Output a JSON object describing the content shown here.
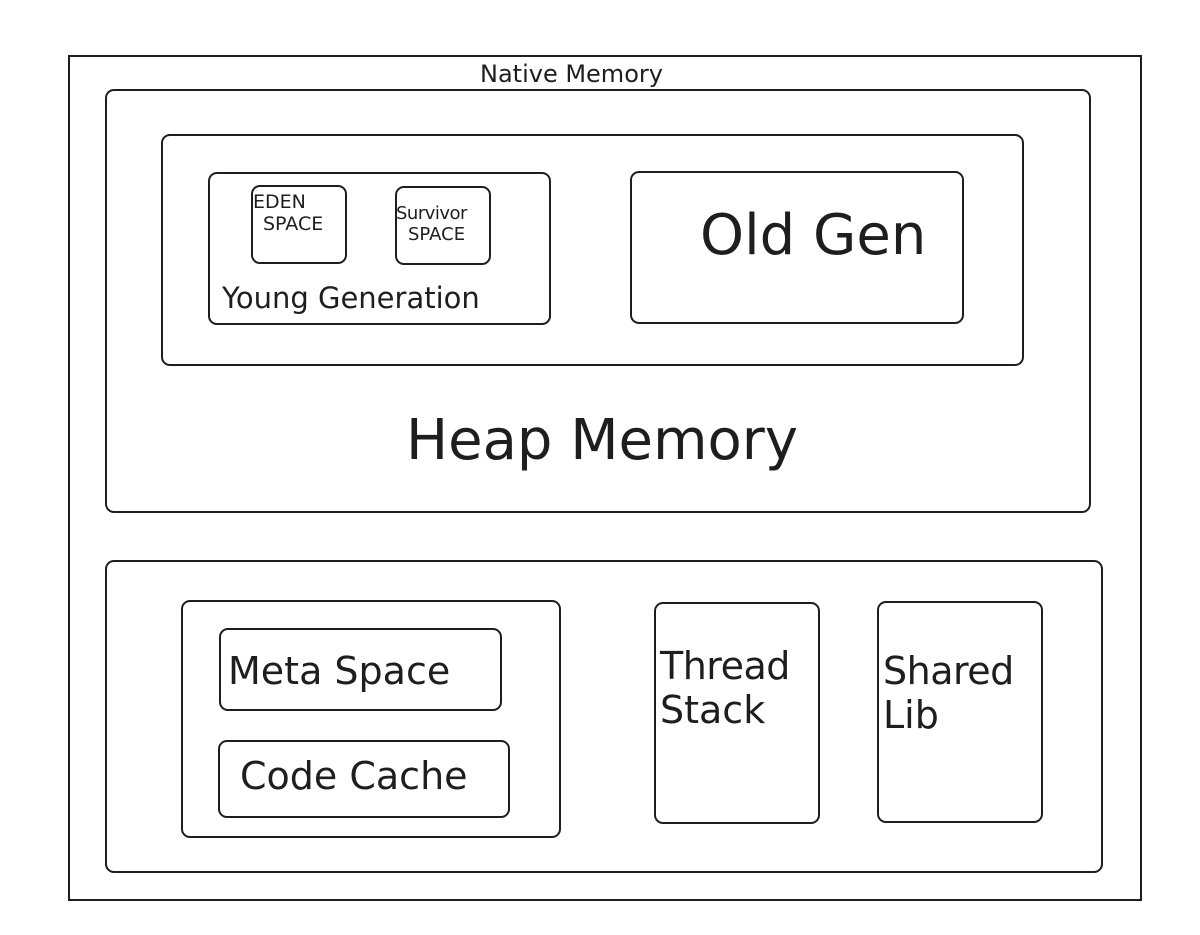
{
  "diagram": {
    "native_memory": {
      "label": "Native Memory"
    },
    "heap_memory": {
      "label": "Heap Memory",
      "young_generation": {
        "label": "Young Generation",
        "eden_space": {
          "line1": "EDEN",
          "line2": "SPACE"
        },
        "survivor_space": {
          "line1": "Survivor",
          "line2": "SPACE"
        }
      },
      "old_gen": {
        "label": "Old Gen"
      }
    },
    "non_heap": {
      "meta_space": {
        "label": "Meta Space"
      },
      "code_cache": {
        "label": "Code Cache"
      },
      "thread_stack": {
        "line1": "Thread",
        "line2": "Stack"
      },
      "shared_lib": {
        "line1": "Shared",
        "line2": "Lib"
      }
    }
  }
}
